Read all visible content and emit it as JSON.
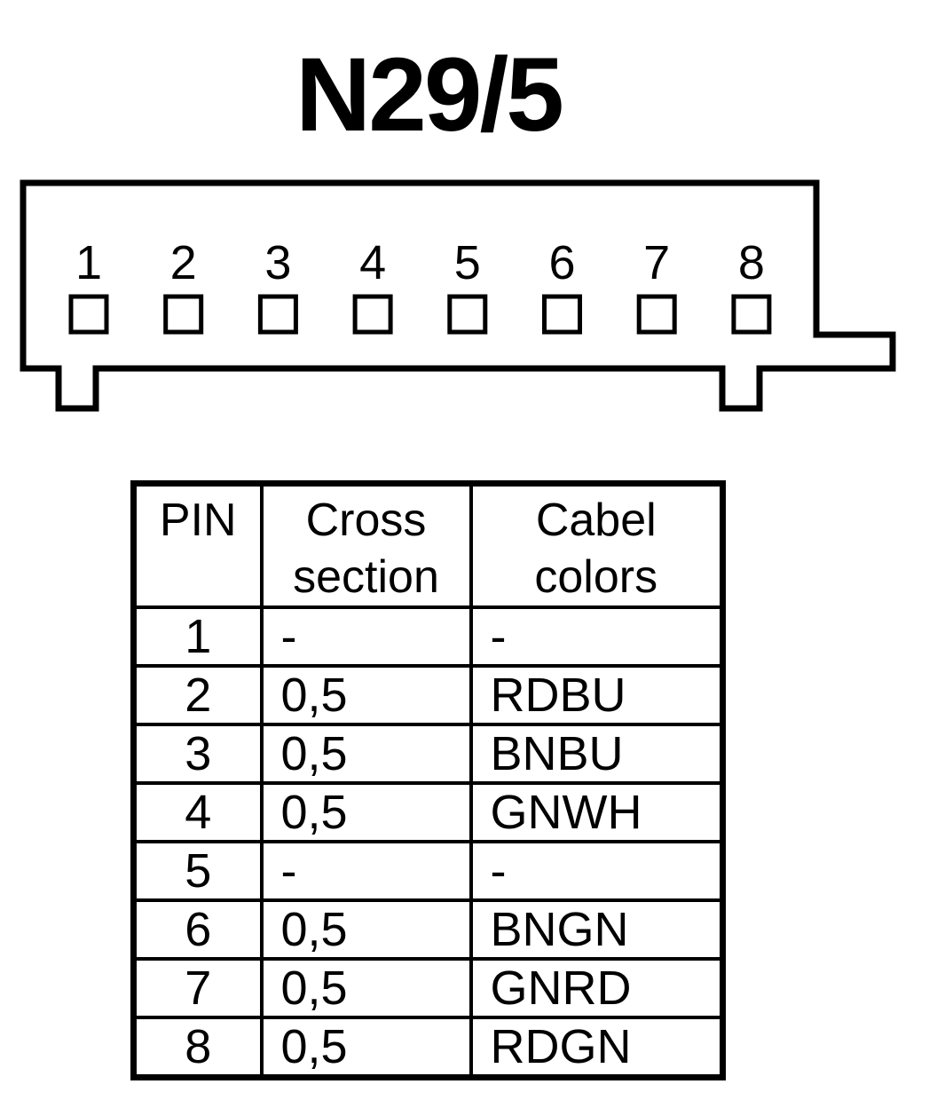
{
  "title": "N29/5",
  "connector": {
    "pins": [
      "1",
      "2",
      "3",
      "4",
      "5",
      "6",
      "7",
      "8"
    ]
  },
  "table": {
    "headers": {
      "pin": "PIN",
      "cross_section": [
        "Cross",
        "section"
      ],
      "cable_colors": [
        "Cabel",
        "colors"
      ]
    },
    "rows": [
      {
        "pin": "1",
        "cross_section": "-",
        "color": "-"
      },
      {
        "pin": "2",
        "cross_section": "0,5",
        "color": "RDBU"
      },
      {
        "pin": "3",
        "cross_section": "0,5",
        "color": "BNBU"
      },
      {
        "pin": "4",
        "cross_section": "0,5",
        "color": "GNWH"
      },
      {
        "pin": "5",
        "cross_section": "-",
        "color": "-"
      },
      {
        "pin": "6",
        "cross_section": "0,5",
        "color": "BNGN"
      },
      {
        "pin": "7",
        "cross_section": "0,5",
        "color": "GNRD"
      },
      {
        "pin": "8",
        "cross_section": "0,5",
        "color": "RDGN"
      }
    ]
  }
}
